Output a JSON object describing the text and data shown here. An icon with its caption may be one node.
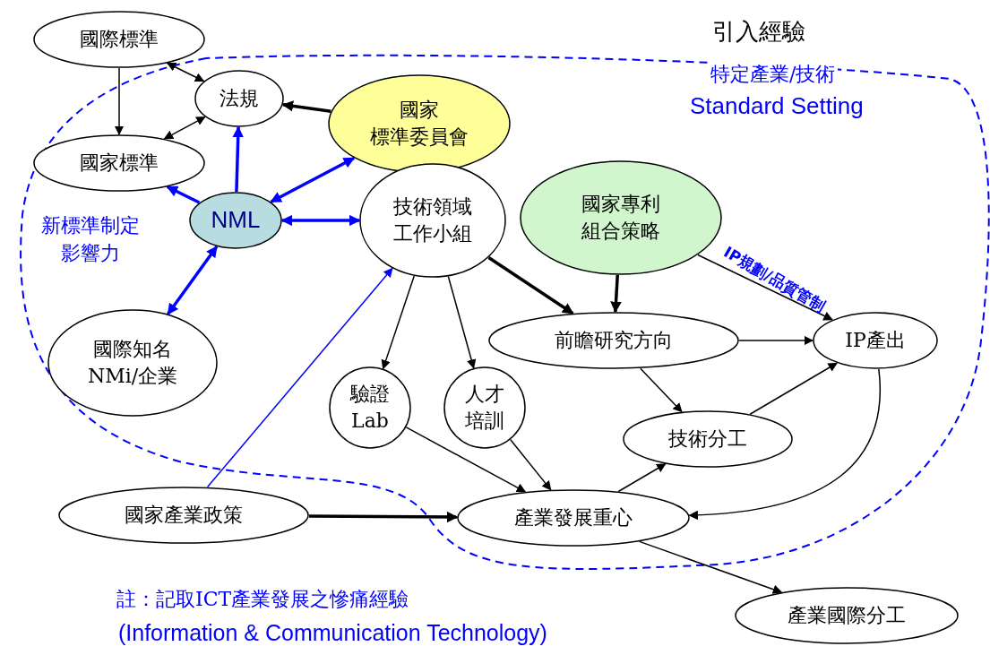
{
  "diagram": {
    "title": "引入經驗",
    "nodes": [
      {
        "text": [
          "國際標準"
        ]
      },
      {
        "text": [
          "法規"
        ]
      },
      {
        "text": [
          "國家標準"
        ]
      },
      {
        "text": [
          "國家標準委員會"
        ]
      },
      {
        "text": [
          "NML"
        ]
      },
      {
        "text": [
          "技術領域工作小組"
        ]
      },
      {
        "text": [
          "國家專利組合策略"
        ]
      },
      {
        "text": [
          "國際知名 NMi/企業"
        ]
      },
      {
        "text": [
          "前瞻研究方向"
        ]
      },
      {
        "text": [
          "IP產出"
        ]
      },
      {
        "text": [
          "驗證 Lab"
        ]
      },
      {
        "text": [
          "人才培訓"
        ]
      },
      {
        "text": [
          "技術分工"
        ]
      },
      {
        "text": [
          "國家產業政策"
        ]
      },
      {
        "text": [
          "產業發展重心"
        ]
      },
      {
        "text": [
          "產業國際分工"
        ]
      }
    ],
    "edges": [
      {
        "from": 0,
        "to": 2,
        "arrow": "to"
      },
      {
        "from": 0,
        "to": 1,
        "arrow": "both"
      },
      {
        "from": 1,
        "to": 2,
        "arrow": "both"
      },
      {
        "from": 3,
        "to": 1,
        "arrow": "to",
        "style": "thick"
      },
      {
        "from": 4,
        "to": 2,
        "arrow": "to",
        "style": "thick",
        "color": "#0000ff"
      },
      {
        "from": 4,
        "to": 1,
        "arrow": "to",
        "style": "thick",
        "color": "#0000ff"
      },
      {
        "from": 4,
        "to": 3,
        "arrow": "both",
        "style": "thick",
        "color": "#0000ff"
      },
      {
        "from": 4,
        "to": 5,
        "arrow": "both",
        "style": "thick",
        "color": "#0000ff"
      },
      {
        "from": 4,
        "to": 7,
        "arrow": "both",
        "style": "thick",
        "color": "#0000ff"
      },
      {
        "from": 13,
        "to": 5,
        "arrow": "to",
        "color": "#0000ff"
      },
      {
        "from": 5,
        "to": 10,
        "arrow": "to"
      },
      {
        "from": 5,
        "to": 11,
        "arrow": "to"
      },
      {
        "from": 5,
        "to": 8,
        "arrow": "to",
        "style": "thick"
      },
      {
        "from": 6,
        "to": 8,
        "arrow": "to",
        "style": "thick"
      },
      {
        "from": 6,
        "to": 9,
        "arrow": "to"
      },
      {
        "from": 8,
        "to": 9,
        "arrow": "to"
      },
      {
        "from": 8,
        "to": 12,
        "arrow": "to"
      },
      {
        "from": 12,
        "to": 9,
        "arrow": "to"
      },
      {
        "from": 9,
        "to": 14,
        "arrow": "to"
      },
      {
        "from": 10,
        "to": 14,
        "arrow": "to"
      },
      {
        "from": 11,
        "to": 14,
        "arrow": "to"
      },
      {
        "from": 14,
        "to": 12,
        "arrow": "to"
      },
      {
        "from": 13,
        "to": 14,
        "arrow": "to",
        "style": "thick"
      },
      {
        "from": 14,
        "to": 15,
        "arrow": "to"
      }
    ],
    "labels": [
      "特定產業/技術",
      "Standard Setting",
      "新標準制定影響力",
      "IP規劃/品質管制",
      "註：記取ICT產業發展之慘痛經驗",
      "(Information & Communication Technology)"
    ]
  }
}
